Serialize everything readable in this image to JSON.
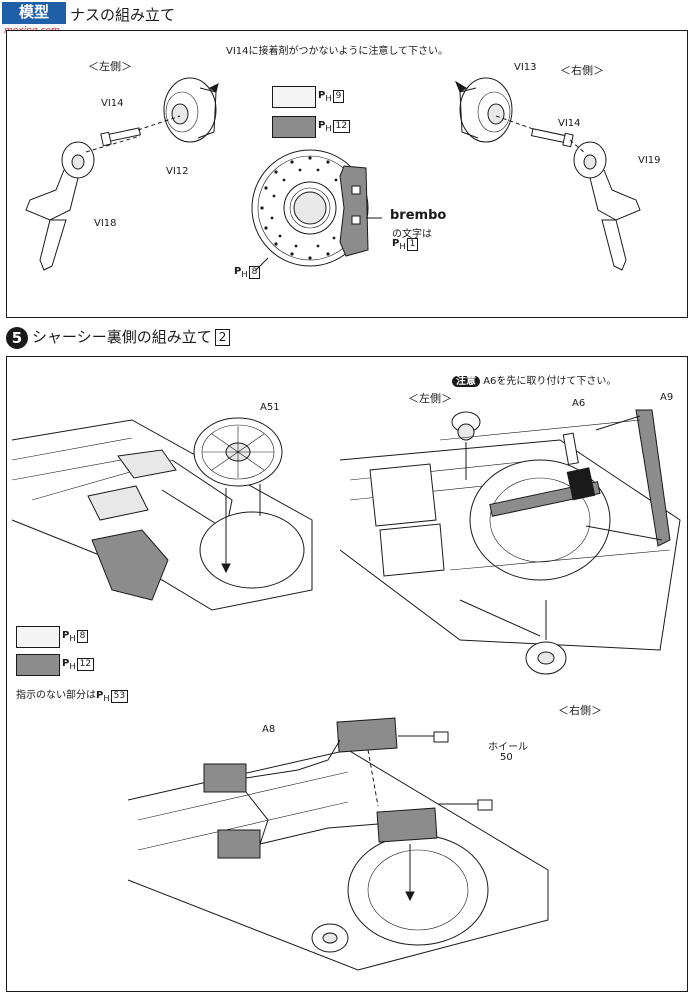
{
  "watermark": {
    "logo_text": "模型",
    "logo_url": "moxing.com"
  },
  "step4": {
    "title": "ナスの組み立て",
    "instruction": "VI14に接着剤がつかないように注意して下さい。",
    "left_label": "＜左側＞",
    "right_label": "＜右側＞",
    "parts_left": {
      "bolt": "VI14",
      "hub": "VI12",
      "arm": "VI18"
    },
    "parts_right": {
      "hub": "VI13",
      "bolt": "VI14",
      "arm": "VI19"
    },
    "legend": [
      {
        "ph": "P",
        "sub": "H",
        "num": "9",
        "color": "#f4f4f4"
      },
      {
        "ph": "P",
        "sub": "H",
        "num": "12",
        "color": "#8c8c8c"
      }
    ],
    "disc_ph": {
      "ph": "P",
      "sub": "H",
      "num": "8"
    },
    "brembo": {
      "word": "brembo",
      "line2": "の文字は",
      "ph": "P",
      "sub": "H",
      "num": "1"
    }
  },
  "step5": {
    "number": "5",
    "title": "シャーシー裏側の組み立て",
    "ref_box": "2",
    "part_a51": "A51",
    "legend": [
      {
        "ph": "P",
        "sub": "H",
        "num": "8",
        "color": "#f4f4f4"
      },
      {
        "ph": "P",
        "sub": "H",
        "num": "12",
        "color": "#8c8c8c"
      }
    ],
    "unspecified_note": "指示のない部分は",
    "unspecified_ph": {
      "ph": "P",
      "sub": "H",
      "num": "53"
    },
    "caution_badge": "注意",
    "caution_text": "A6を先に取り付けて下さい。",
    "left_label": "＜左側＞",
    "right_label": "＜右側＞",
    "part_a6": "A6",
    "part_a9": "A9",
    "part_a8": "A8",
    "wheel_label": "ホイール",
    "wheel_num": "50"
  }
}
